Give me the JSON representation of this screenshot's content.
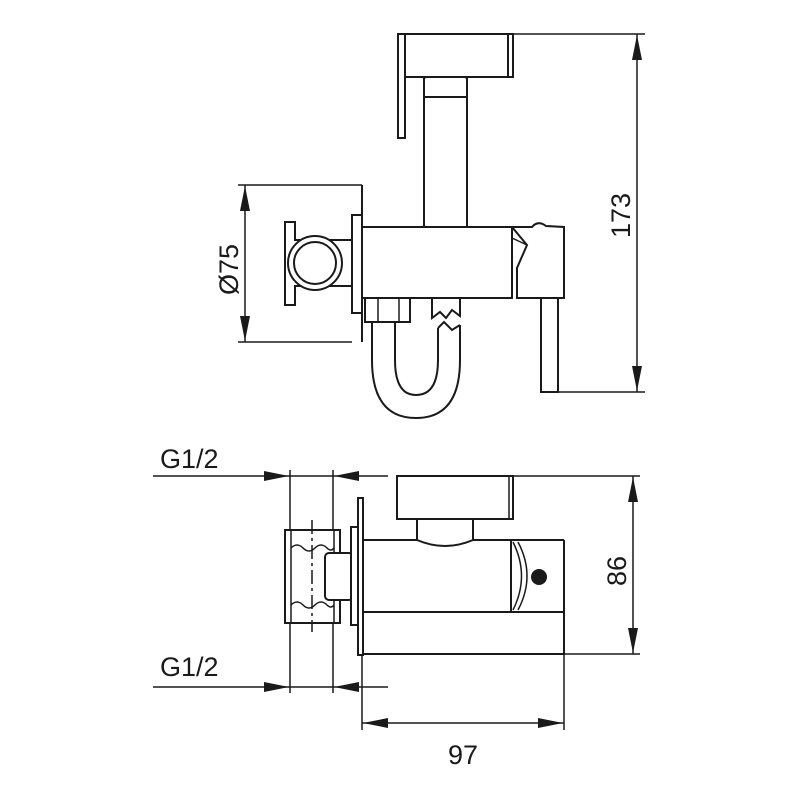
{
  "drawing": {
    "top_view": {
      "diameter_label": "Ø75",
      "height_label": "173"
    },
    "side_view": {
      "thread_top_label": "G1/2",
      "thread_bottom_label": "G1/2",
      "height_label": "86",
      "depth_label": "97"
    }
  },
  "colors": {
    "line": "#1a1a1a",
    "background": "#ffffff"
  }
}
